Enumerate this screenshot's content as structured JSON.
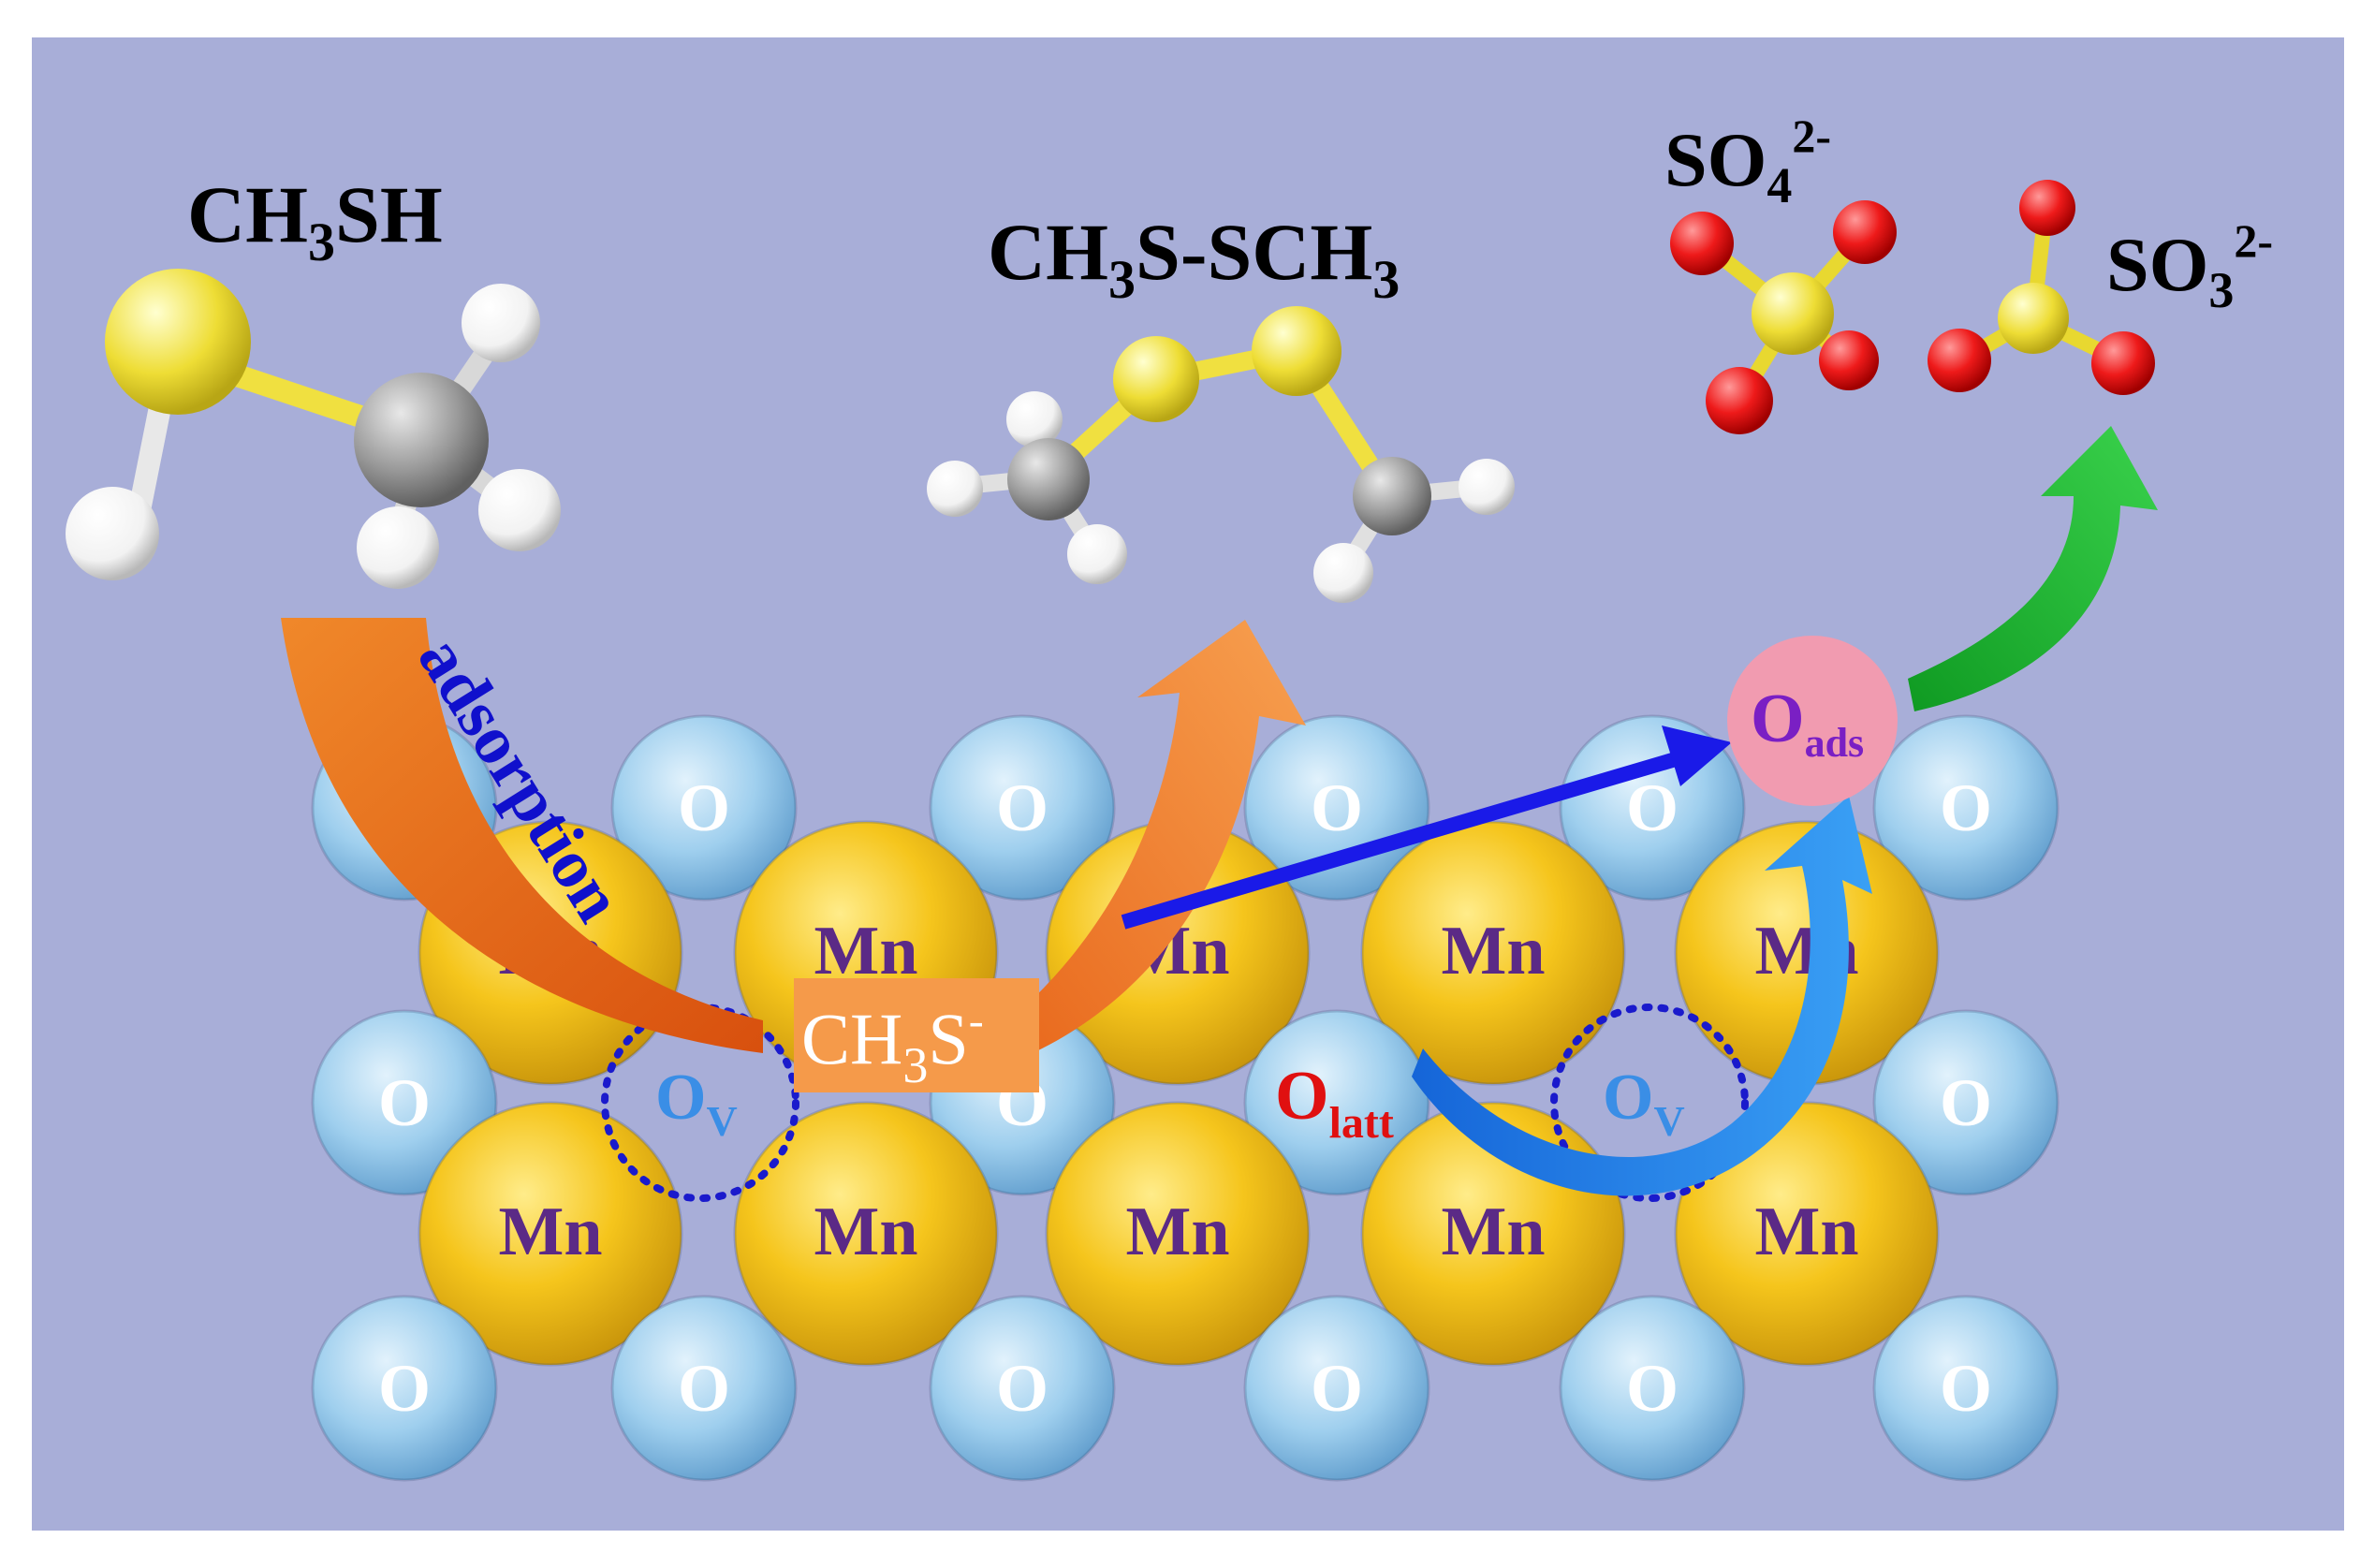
{
  "molecules": {
    "methanethiol": {
      "prefix": "CH",
      "sub": "3",
      "suffix": "SH"
    },
    "dimethyl_disulfide": {
      "p1": "CH",
      "s1": "3",
      "p2": "S-SCH",
      "s2": "3"
    },
    "sulfate": {
      "base": "SO",
      "sub": "4",
      "sup": "2-"
    },
    "sulfite": {
      "base": "SO",
      "sub": "3",
      "sup": "2-"
    }
  },
  "labels": {
    "adsorption": "adsorption",
    "intermediate": {
      "prefix": "CH",
      "sub": "3",
      "suffix": "S",
      "sup": "-"
    },
    "adsorbed_oxygen": {
      "base": "O",
      "sub": "ads"
    },
    "lattice_oxygen": {
      "base": "O",
      "sub": "latt"
    },
    "oxygen_vacancy": {
      "base": "O",
      "sub": "V"
    },
    "oxygen_atom": "O",
    "manganese_atom": "Mn"
  },
  "colors": {
    "background": "#a8aed8",
    "oxygen_sphere": "#8fc4ec",
    "manganese_sphere": "#f2c21a",
    "manganese_label": "#5b2a86",
    "intermediate_box": "#f59a4a",
    "adsorbed_oxygen": "#f19bb0",
    "adsorbed_oxygen_label": "#7a1fc4",
    "lattice_oxygen_label": "#e01010",
    "vacancy_label": "#3a8ee6",
    "adsorption_text": "#1010cc",
    "arrow_orange": "#e8661a",
    "arrow_blue": "#1a1ae8",
    "arrow_light_blue": "#2a8cf0",
    "arrow_green": "#19b32a",
    "sulfur_atom": "#f0e040",
    "carbon_atom": "#8a8a8a",
    "hydrogen_atom": "#ffffff",
    "oxygen_molecule_atom": "#e01010"
  }
}
